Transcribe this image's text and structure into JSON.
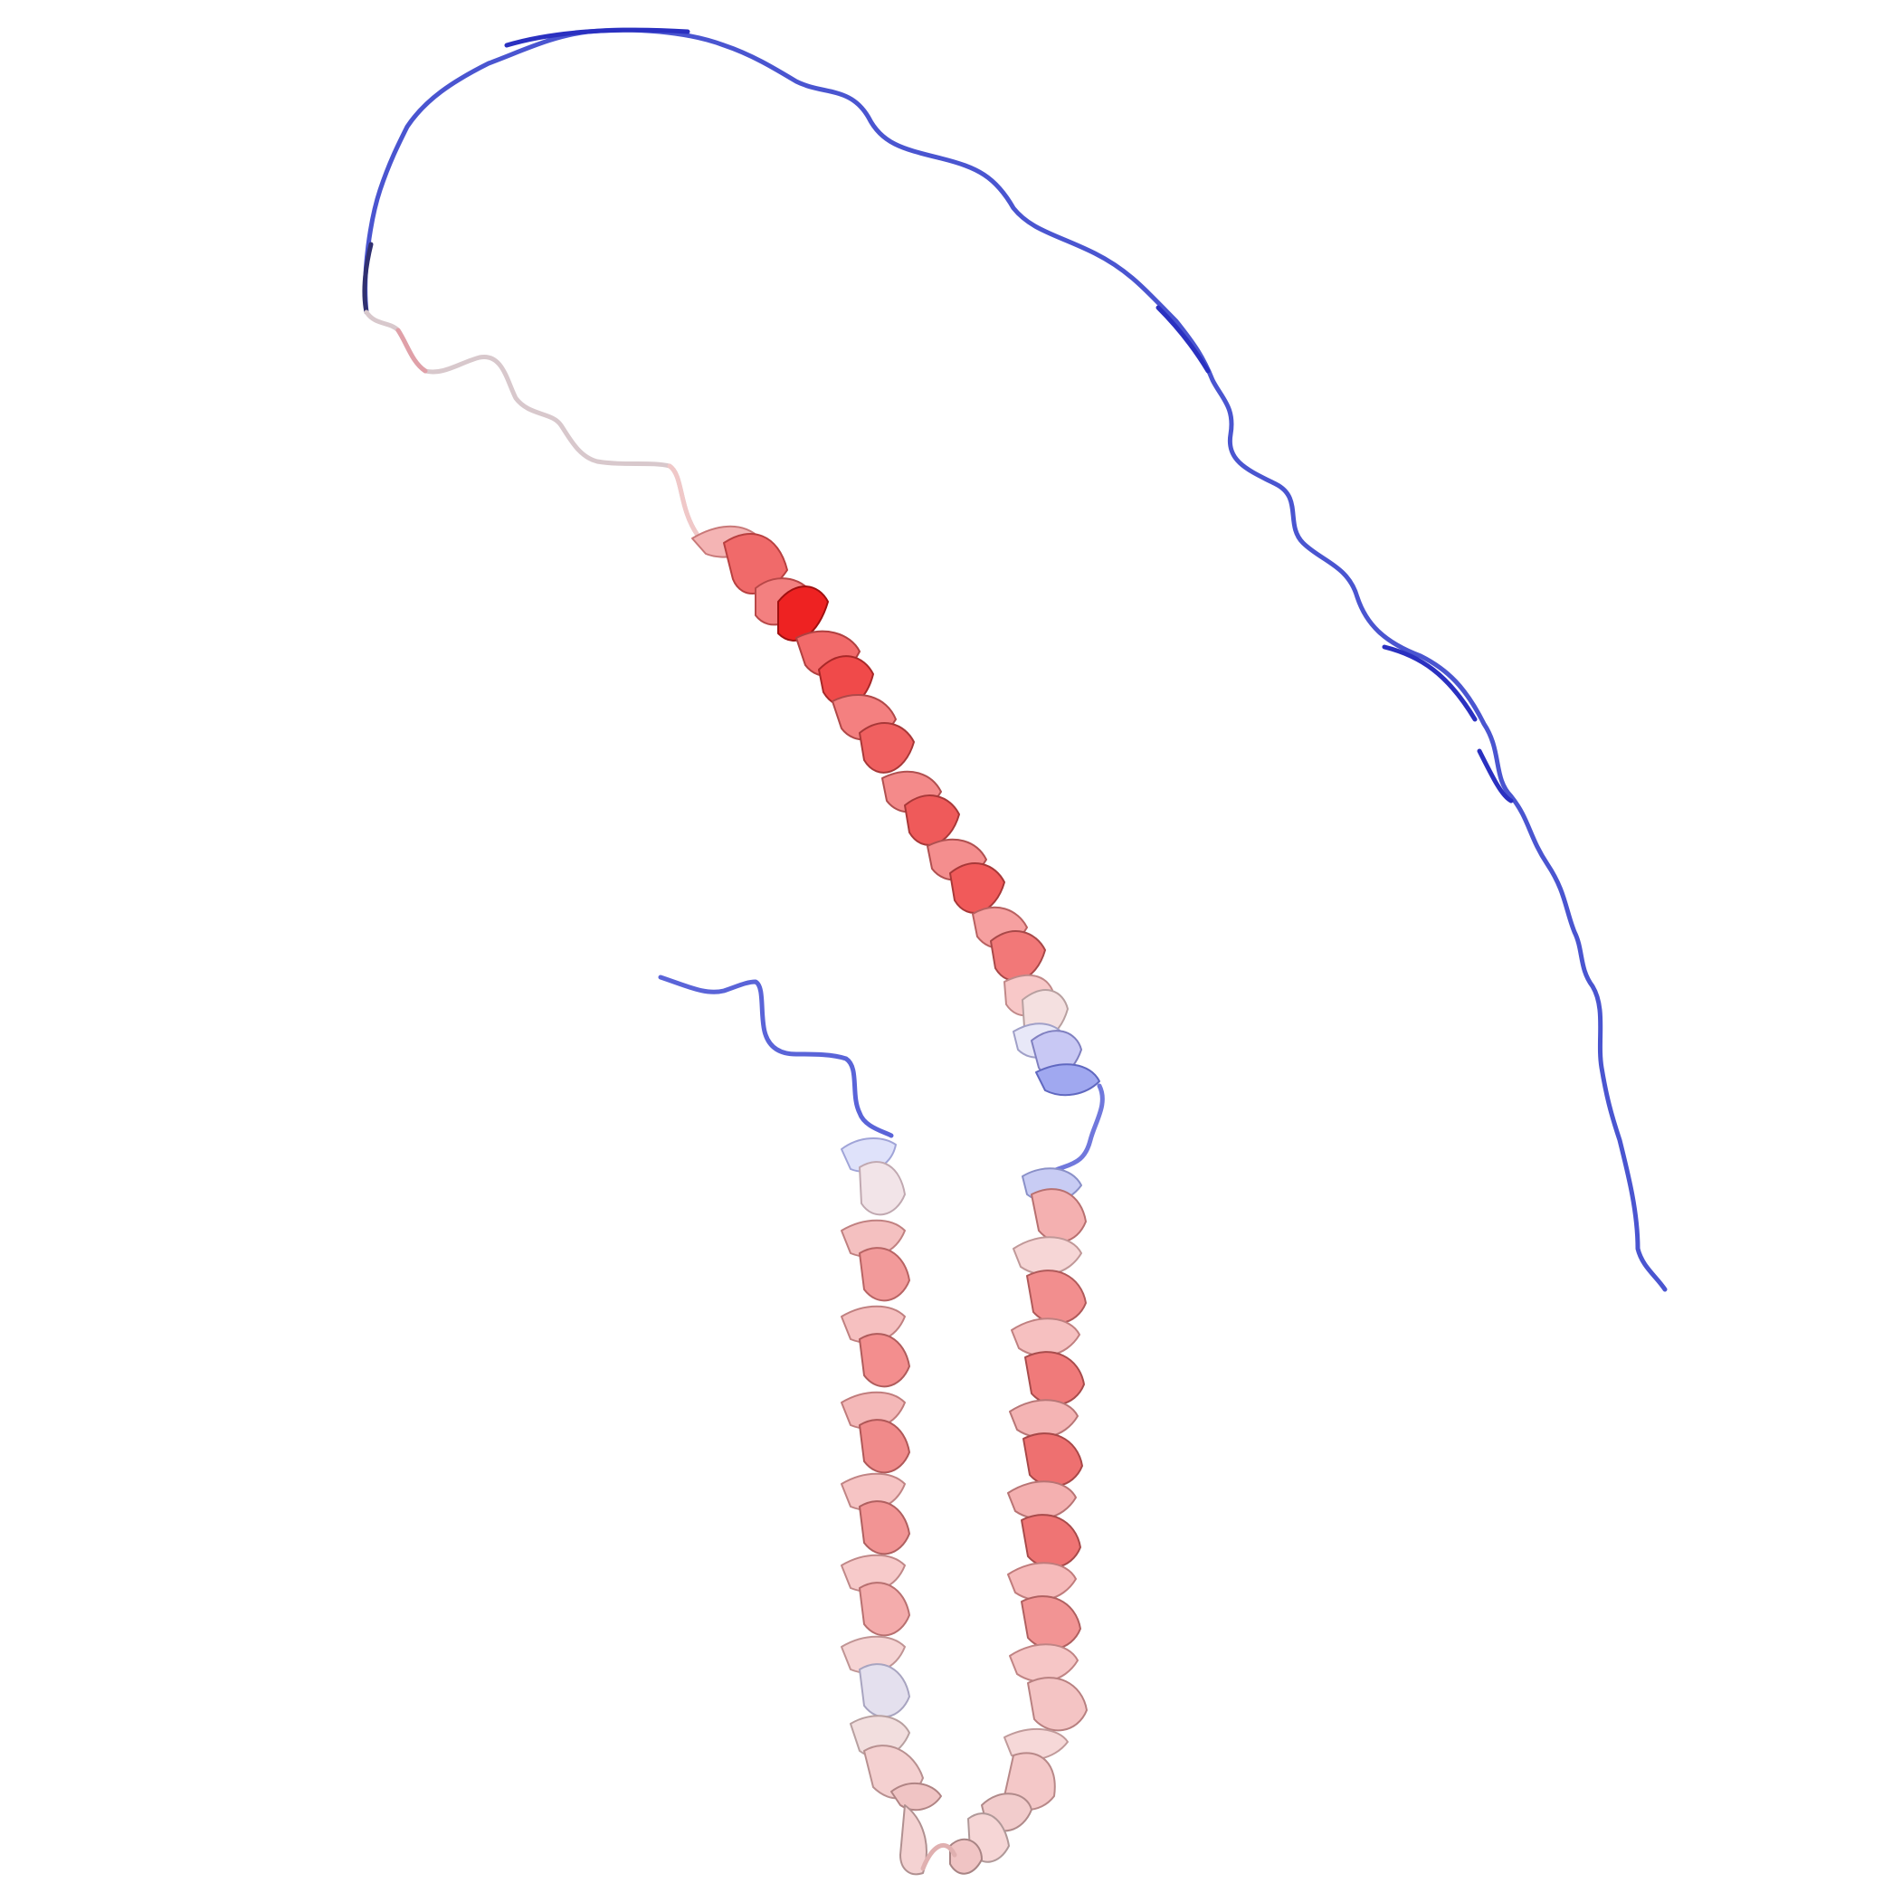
{
  "scene": {
    "background": "#ffffff",
    "subject": "protein-ribbon-structure",
    "coloring": {
      "scheme": "blue-white-red",
      "low": "#2222cc",
      "mid": "#ffffff",
      "high": "#ff0000"
    },
    "segments": [
      {
        "kind": "coil",
        "name": "c-terminal-long-coil"
      },
      {
        "kind": "coil",
        "name": "upper-loop-coil"
      },
      {
        "kind": "helix",
        "name": "upper-red-helix"
      },
      {
        "kind": "helix",
        "name": "left-lower-helix"
      },
      {
        "kind": "helix",
        "name": "right-lower-helix"
      },
      {
        "kind": "coil",
        "name": "n-terminal-coil"
      }
    ]
  }
}
